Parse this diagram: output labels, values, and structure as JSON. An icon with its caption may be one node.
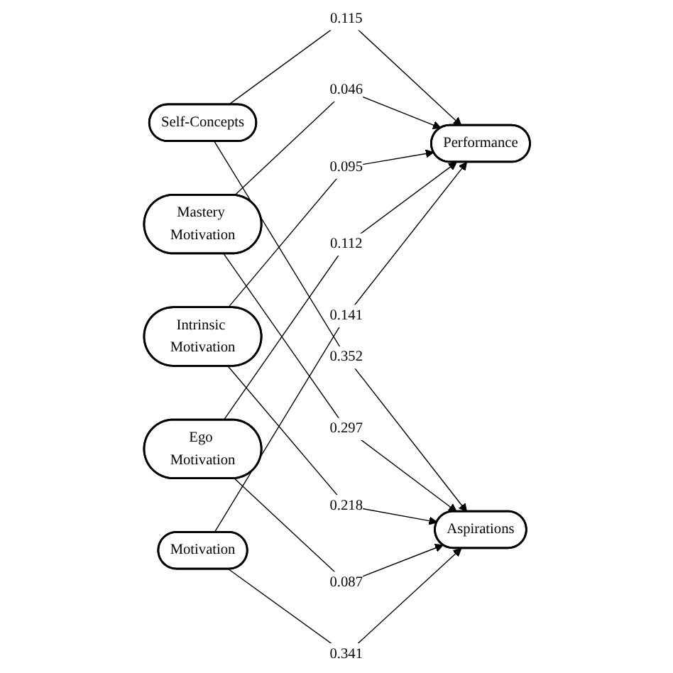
{
  "diagram": {
    "nodes": [
      {
        "text": [
          "Self-Concepts"
        ]
      },
      {
        "text": [
          "Mastery Motivation"
        ]
      },
      {
        "text": [
          "Intrinsic Motivation"
        ]
      },
      {
        "text": [
          "Ego Motivation"
        ]
      },
      {
        "text": [
          "Motivation"
        ]
      },
      {
        "text": [
          "Performance"
        ]
      },
      {
        "text": [
          "Aspirations"
        ]
      }
    ],
    "edges": [
      {
        "from": 0,
        "to": 5,
        "arrow": "to",
        "label": "0.115"
      },
      {
        "from": 0,
        "to": 6,
        "arrow": "to",
        "label": "0.352"
      },
      {
        "from": 1,
        "to": 5,
        "arrow": "to",
        "label": "0.046"
      },
      {
        "from": 1,
        "to": 6,
        "arrow": "to",
        "label": "0.297"
      },
      {
        "from": 2,
        "to": 5,
        "arrow": "to",
        "label": "0.095"
      },
      {
        "from": 2,
        "to": 6,
        "arrow": "to",
        "label": "0.218"
      },
      {
        "from": 3,
        "to": 5,
        "arrow": "to",
        "label": "0.112"
      },
      {
        "from": 3,
        "to": 6,
        "arrow": "to",
        "label": "0.087"
      },
      {
        "from": 4,
        "to": 5,
        "arrow": "to",
        "label": "0.141"
      },
      {
        "from": 4,
        "to": 6,
        "arrow": "to",
        "label": "0.341"
      }
    ]
  }
}
